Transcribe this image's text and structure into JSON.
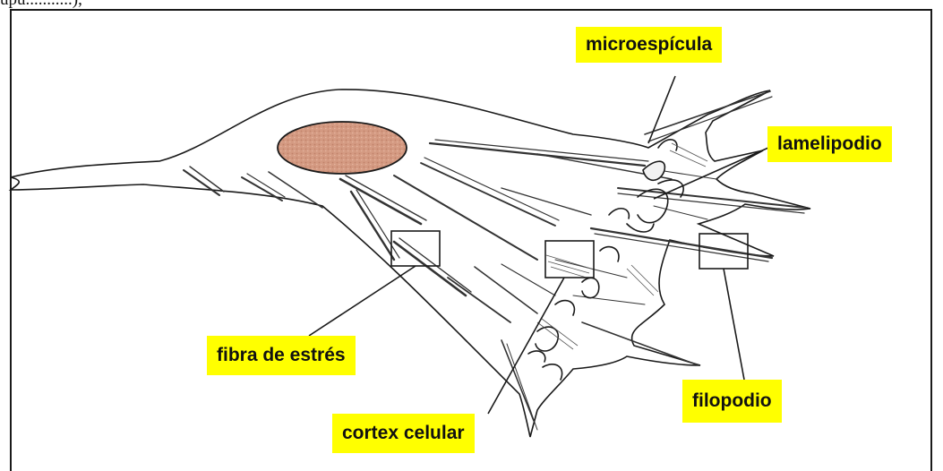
{
  "header_fragment": "upu...........),",
  "labels": {
    "microespicula": "microespícula",
    "lamelipodio": "lamelipodio",
    "fibra_de_estres": "fibra de estrés",
    "cortex_celular": "cortex celular",
    "filopodio": "filopodio"
  },
  "colors": {
    "label_background": "#ffff00",
    "nucleus_fill": "#d9a088",
    "outline": "#1a1a1a"
  }
}
